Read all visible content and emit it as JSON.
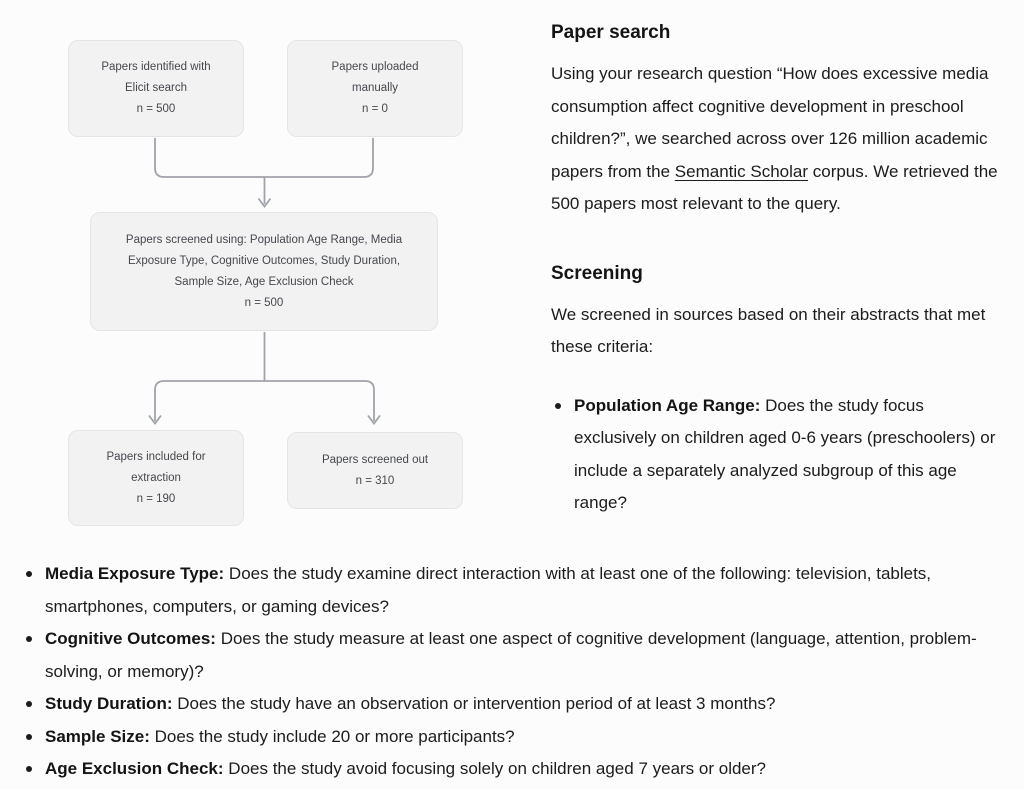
{
  "colors": {
    "page_background": "#fcfcfc",
    "box_fill": "#f2f2f3",
    "box_border": "#e5e5e8",
    "connector": "#a0a3aa",
    "text_primary": "#1c1c1e"
  },
  "flowchart": {
    "boxes": {
      "identified": {
        "text": "Papers identified with Elicit search",
        "count": "n = 500"
      },
      "uploaded": {
        "text": "Papers uploaded manually",
        "count": "n = 0"
      },
      "screened": {
        "text": "Papers screened using: Population Age Range, Media Exposure Type, Cognitive Outcomes, Study Duration, Sample Size, Age Exclusion Check",
        "count": "n = 500"
      },
      "included": {
        "text": "Papers included for extraction",
        "count": "n = 190"
      },
      "screened_out": {
        "text": "Papers screened out",
        "count": "n = 310"
      }
    }
  },
  "paper_search": {
    "heading": "Paper search",
    "body_before_link": "Using your research question “How does excessive media consumption affect cognitive development in preschool children?”, we searched across over 126 million academic papers from the ",
    "link_text": "Semantic Scholar",
    "body_after_link": " corpus. We retrieved the 500 papers most relevant to the query."
  },
  "screening": {
    "heading": "Screening",
    "intro": "We screened in sources based on their abstracts that met these criteria:",
    "criteria": [
      {
        "label": "Population Age Range:",
        "question": "Does the study focus exclusively on children aged 0-6 years (preschoolers) or include a separately analyzed subgroup of this age range?"
      },
      {
        "label": "Media Exposure Type:",
        "question": "Does the study examine direct interaction with at least one of the following: television, tablets, smartphones, computers, or gaming devices?"
      },
      {
        "label": "Cognitive Outcomes:",
        "question": "Does the study measure at least one aspect of cognitive development (language, attention, problem-solving, or memory)?"
      },
      {
        "label": "Study Duration:",
        "question": "Does the study have an observation or intervention period of at least 3 months?"
      },
      {
        "label": "Sample Size:",
        "question": "Does the study include 20 or more participants?"
      },
      {
        "label": "Age Exclusion Check:",
        "question": "Does the study avoid focusing solely on children aged 7 years or older?"
      }
    ]
  }
}
